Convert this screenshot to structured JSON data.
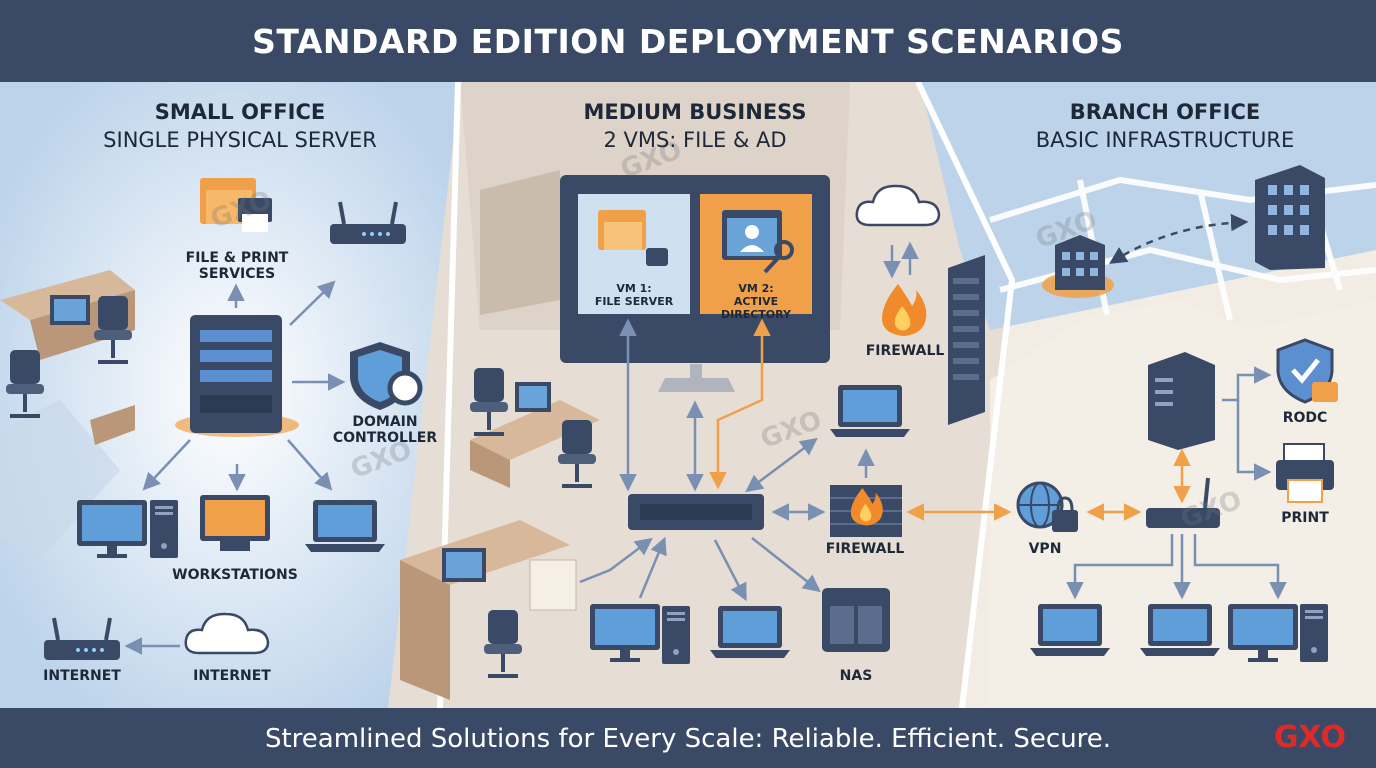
{
  "header": {
    "title": "STANDARD EDITION DEPLOYMENT SCENARIOS"
  },
  "footer": {
    "tagline": "Streamlined Solutions for Every Scale: Reliable. Efficient. Secure.",
    "brand": "GXO"
  },
  "watermark": "GXO",
  "small_office": {
    "title": "SMALL OFFICE",
    "subtitle": "SINGLE PHYSICAL SERVER",
    "labels": {
      "file_print": "FILE & PRINT\nSERVICES",
      "domain_controller": "DOMAIN\nCONTROLLER",
      "workstations": "WORKSTATIONS",
      "internet_router": "INTERNET",
      "internet_cloud": "INTERNET"
    }
  },
  "medium_business": {
    "title": "MEDIUM BUSINESS",
    "subtitle": "2 VMS: FILE & AD",
    "labels": {
      "vm1": "VM 1:\nFILE SERVER",
      "vm2": "VM 2:\nACTIVE DIRECTORY",
      "firewall_top": "FIREWALL",
      "firewall": "FIREWALL",
      "nas": "NAS"
    }
  },
  "branch_office": {
    "title": "BRANCH OFFICE",
    "subtitle": "BASIC INFRASTRUCTURE",
    "labels": {
      "rodc": "RODC",
      "print": "PRINT",
      "vpn": "VPN"
    }
  },
  "colors": {
    "navy": "#3a4a66",
    "accent_orange": "#f0a048",
    "arrow_blue": "#7a90b3",
    "brand_red": "#e02a2a"
  },
  "icons": [
    "folder-icon",
    "printer-icon",
    "router-icon",
    "server-icon",
    "shield-gear-icon",
    "monitor-icon",
    "laptop-icon",
    "cloud-icon",
    "fire-icon",
    "switch-icon",
    "nas-icon",
    "globe-lock-icon",
    "shield-lock-icon",
    "building-icon",
    "desk-icon"
  ]
}
